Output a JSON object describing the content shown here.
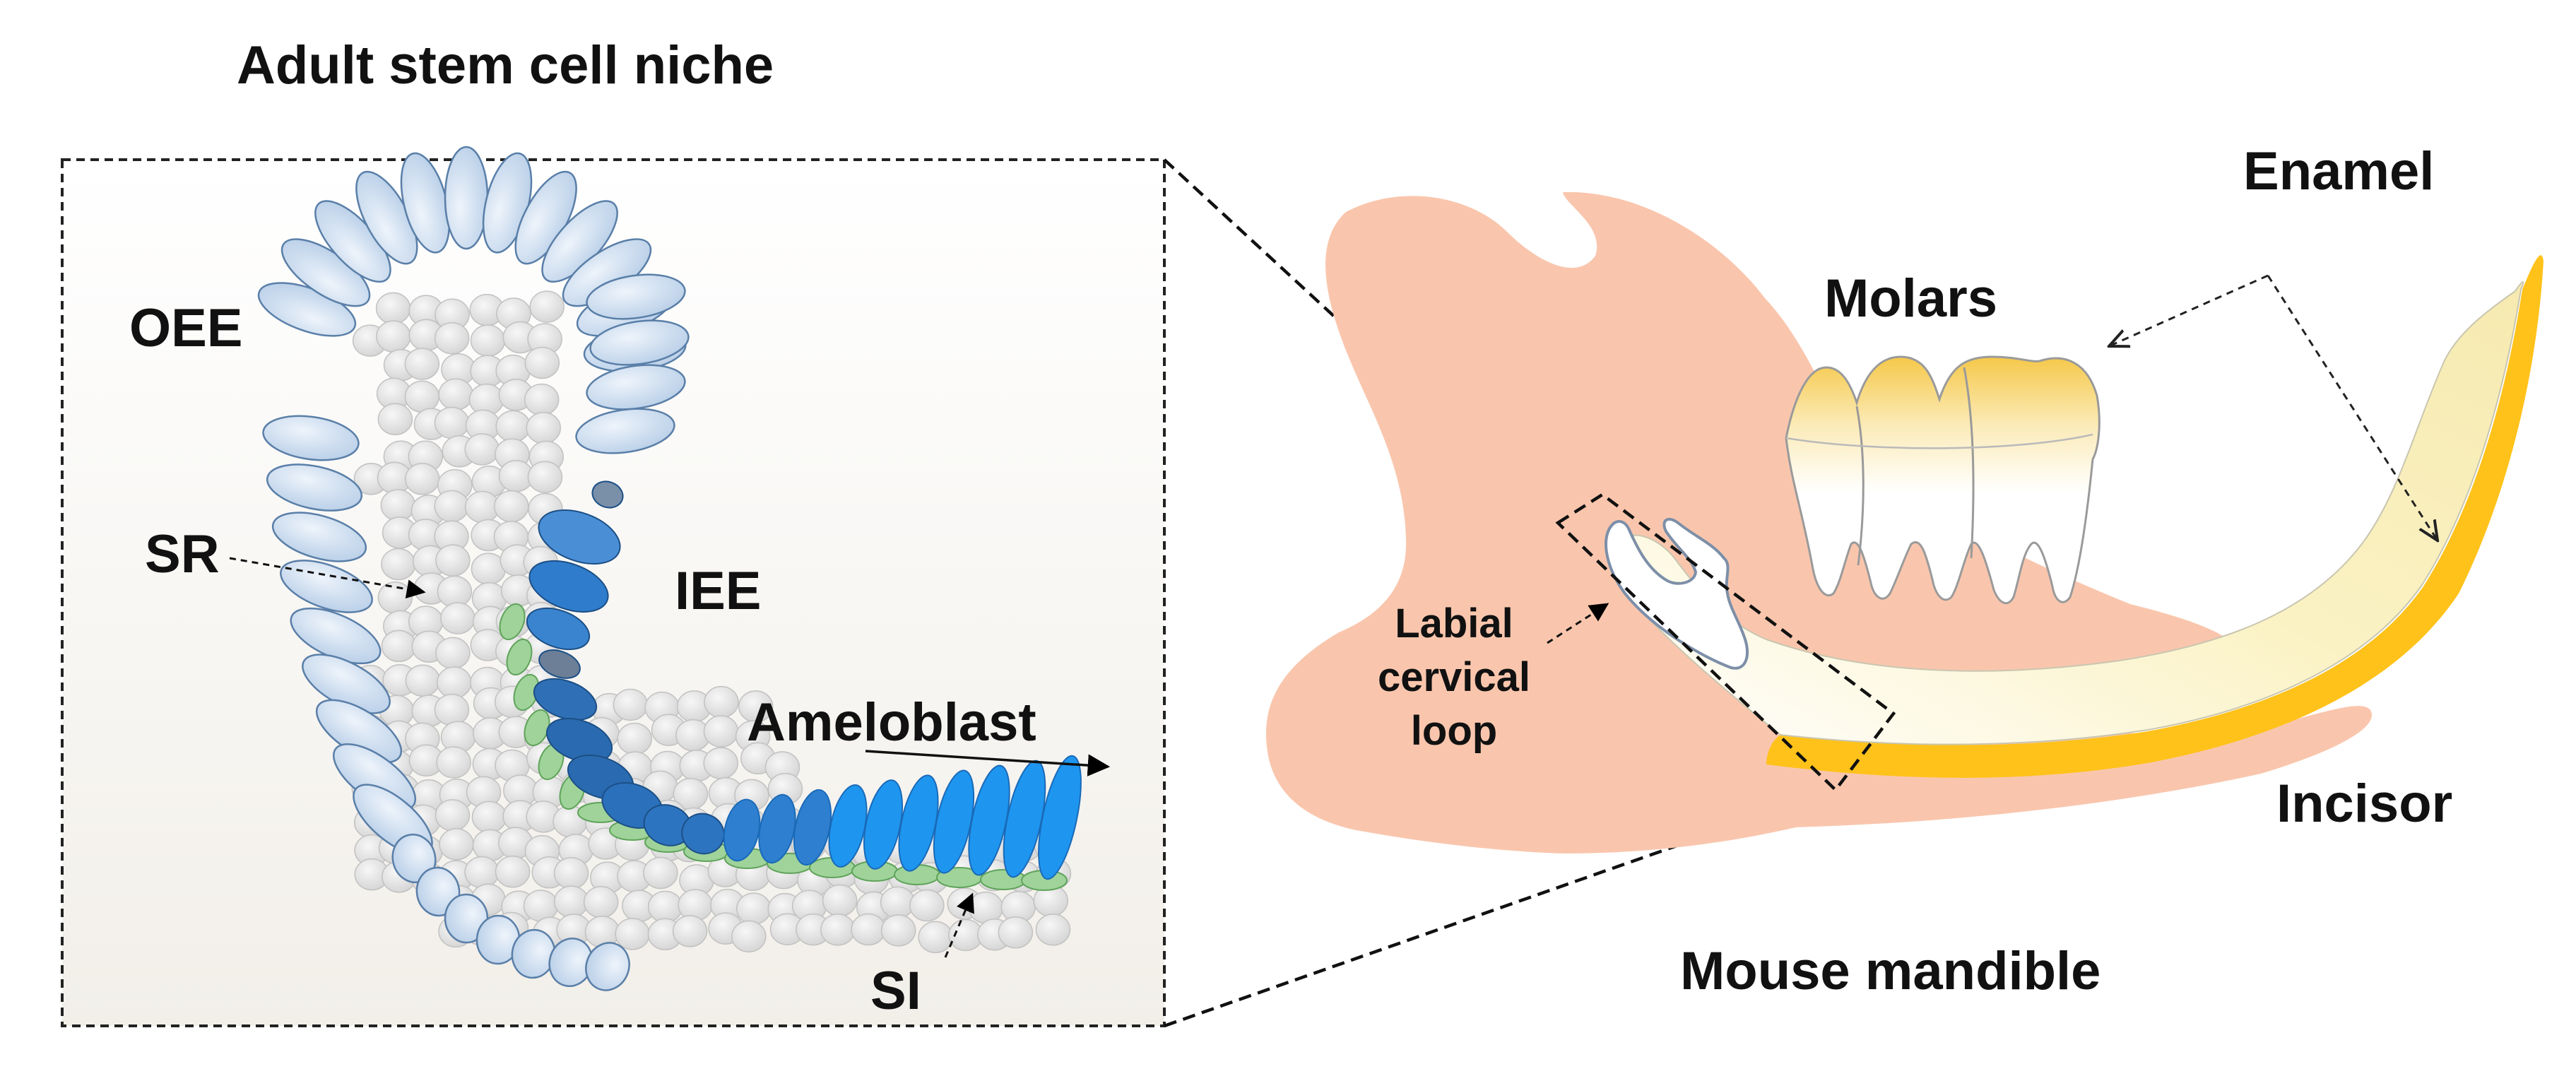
{
  "title": "Adult stem cell niche",
  "labels": {
    "oee": "OEE",
    "sr": "SR",
    "iee": "IEE",
    "ameloblast": "Ameloblast",
    "si": "SI",
    "enamel": "Enamel",
    "molars": "Molars",
    "incisor": "Incisor",
    "mouse_mandible": "Mouse mandible",
    "cervical_loop": [
      "Labial",
      "cervical",
      "loop"
    ]
  },
  "colors": {
    "mandible": "#f9c6ad",
    "outer_cells": "#c7d9ee",
    "outer_cell_stroke": "#5a7fa8",
    "inner_cells": "#e2e2e2",
    "iee_cells_light": "#8fbde8",
    "iee_cells_dark": "#2b78c8",
    "ameloblast": "#1e96f0",
    "si_cells": "#9fd39a",
    "incisor_fill": "#faf3c2",
    "enamel": "#ffc21a",
    "molar_crown": "#f5d27a"
  }
}
